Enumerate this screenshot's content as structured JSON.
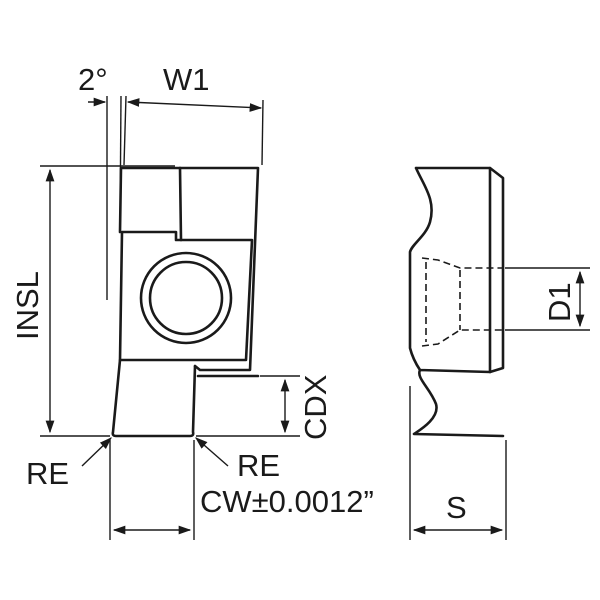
{
  "labels": {
    "angle": "2°",
    "w1": "W1",
    "insl": "INSL",
    "cdx": "CDX",
    "d1": "D1",
    "re_left": "RE",
    "re_right": "RE",
    "cw": "CW±0.0012”",
    "s": "S"
  }
}
